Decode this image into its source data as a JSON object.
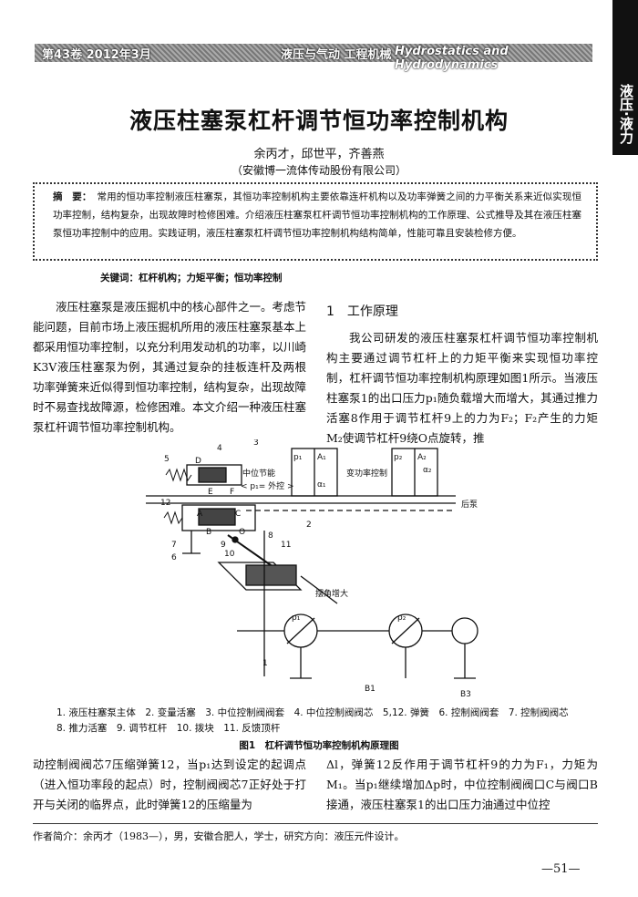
{
  "header": {
    "issue": "第43卷 2012年3月",
    "journal": "液压与气动 工程机械",
    "english": "Hydrostatics and Hydrodynamics"
  },
  "side_tab": "液压·液力",
  "title": "液压柱塞泵杠杆调节恒功率控制机构",
  "authors": "余丙才，邱世平，齐善燕",
  "affiliation": "（安徽博一流体传动股份有限公司）",
  "abstract": {
    "label": "摘　要：",
    "text": "常用的恒功率控制液压柱塞泵，其恒功率控制机构主要依靠连杆机构以及功率弹簧之间的力平衡关系来近似实现恒功率控制，结构复杂，出现故障时检修困难。介绍液压柱塞泵杠杆调节恒功率控制机构的工作原理、公式推导及其在液压柱塞泵恒功率控制中的应用。实践证明，液压柱塞泵杠杆调节恒功率控制机构结构简单，性能可靠且安装检修方便。"
  },
  "keywords": "关键词：杠杆机构；力矩平衡；恒功率控制",
  "left_column": "液压柱塞泵是液压掘机中的核心部件之一。考虑节能问题，目前市场上液压掘机所用的液压柱塞泵基本上都采用恒功率控制，以充分利用发动机的功率，以川崎K3V液压柱塞泵为例，其通过复杂的挂板连杆及两根功率弹簧来近似得到恒功率控制，结构复杂，出现故障时不易查找故障源，检修困难。本文介绍一种液压柱塞泵杠杆调节恒功率控制机构。",
  "section_title": "1　工作原理",
  "right_column": "我公司研发的液压柱塞泵杠杆调节恒功率控制机构主要通过调节杠杆上的力矩平衡来实现恒功率控制，杠杆调节恒功率控制机构原理如图1所示。当液压柱塞泵1的出口压力p₁随负载增大而增大，其通过推力活塞8作用于调节杠杆9上的力为F₂；F₂产生的力矩M₂使调节杠杆9绕O点旋转，推",
  "figure": {
    "labels": [
      "5",
      "D",
      "4",
      "3",
      "中位节能",
      "< p₁= 外控 >",
      "E",
      "F",
      "12",
      "A",
      "C",
      "B",
      "O",
      "7",
      "6",
      "9",
      "8",
      "11",
      "2",
      "10",
      "p₁",
      "A₁",
      "p₂",
      "A₂",
      "变功率控制",
      "α₁",
      "α₂",
      "后泵",
      "摆角增大",
      "1",
      "B1",
      "B3",
      "p₁",
      "p₂"
    ],
    "legend": "1. 液压柱塞泵主体　2. 变量活塞　3. 中位控制阀阀套　4. 中位控制阀阀芯　5,12. 弹簧　6. 控制阀阀套　7. 控制阀阀芯　8. 推力活塞　9. 调节杠杆　10. 拨块　11. 反馈顶杆",
    "caption": "图1　杠杆调节恒功率控制机构原理图"
  },
  "bottom_left": "动控制阀阀芯7压缩弹簧12，当p₁达到设定的起调点（进入恒功率段的起点）时，控制阀阀芯7正好处于打开与关闭的临界点，此时弹簧12的压缩量为",
  "bottom_right": "Δl，弹簧12反作用于调节杠杆9的力为F₁，力矩为M₁。当p₁继续增加Δp时，中位控制阀阀口C与阀口B接通，液压柱塞泵1的出口压力油通过中位控",
  "footnote": "作者简介：余丙才（1983—），男，安徽合肥人，学士，研究方向：液压元件设计。",
  "page_number": "—51—"
}
